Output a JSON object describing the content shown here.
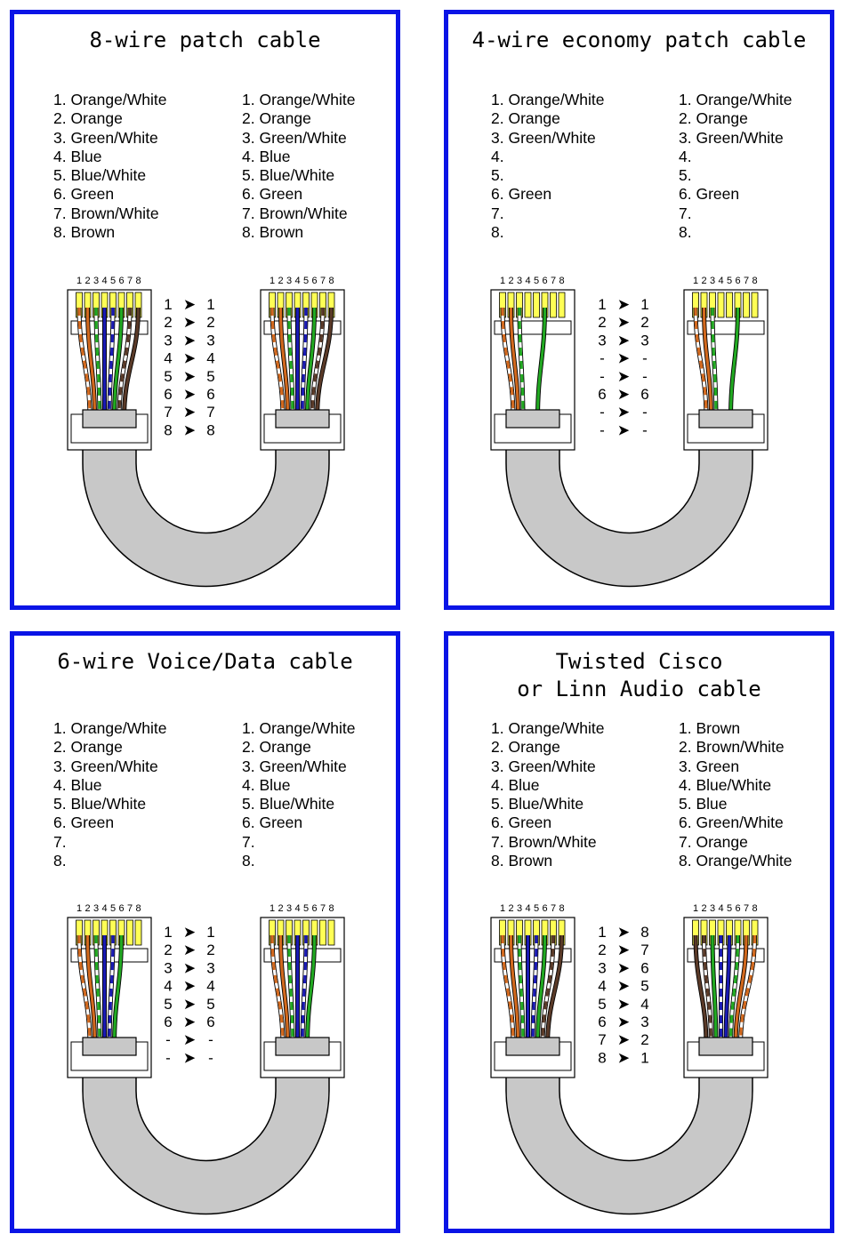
{
  "colors": {
    "border": "#0a14e6",
    "cable": "#c8c8c8",
    "wire_orange": "#d2691e",
    "wire_green": "#22aa22",
    "wire_blue": "#1a1ab4",
    "wire_brown": "#5a3a28",
    "contact": "#ffff55"
  },
  "pin_numbers": "12345678",
  "arrow_glyph": "➤",
  "panels": [
    {
      "title": [
        "8-wire patch cable"
      ],
      "left_list": [
        "1. Orange/White",
        "2. Orange",
        "3. Green/White",
        "4. Blue",
        "5. Blue/White",
        "6. Green",
        "7. Brown/White",
        "8. Brown"
      ],
      "right_list": [
        "1. Orange/White",
        "2. Orange",
        "3. Green/White",
        "4. Blue",
        "5. Blue/White",
        "6. Green",
        "7. Brown/White",
        "8. Brown"
      ],
      "mapping": [
        [
          "1",
          "1"
        ],
        [
          "2",
          "2"
        ],
        [
          "3",
          "3"
        ],
        [
          "4",
          "4"
        ],
        [
          "5",
          "5"
        ],
        [
          "6",
          "6"
        ],
        [
          "7",
          "7"
        ],
        [
          "8",
          "8"
        ]
      ],
      "left_wires": [
        "ow",
        "o",
        "gw",
        "b",
        "bw",
        "g",
        "nw",
        "n"
      ],
      "right_wires": [
        "ow",
        "o",
        "gw",
        "b",
        "bw",
        "g",
        "nw",
        "n"
      ]
    },
    {
      "title": [
        "4-wire economy patch cable"
      ],
      "left_list": [
        "1. Orange/White",
        "2. Orange",
        "3. Green/White",
        "4.",
        "5.",
        "6. Green",
        "7.",
        "8."
      ],
      "right_list": [
        "1. Orange/White",
        "2. Orange",
        "3. Green/White",
        "4.",
        "5.",
        "6. Green",
        "7.",
        "8."
      ],
      "mapping": [
        [
          "1",
          "1"
        ],
        [
          "2",
          "2"
        ],
        [
          "3",
          "3"
        ],
        [
          "-",
          "-"
        ],
        [
          "-",
          "-"
        ],
        [
          "6",
          "6"
        ],
        [
          "-",
          "-"
        ],
        [
          "-",
          "-"
        ]
      ],
      "left_wires": [
        "ow",
        "o",
        "gw",
        "",
        "",
        "g",
        "",
        ""
      ],
      "right_wires": [
        "ow",
        "o",
        "gw",
        "",
        "",
        "g",
        "",
        ""
      ]
    },
    {
      "title": [
        "6-wire Voice/Data cable"
      ],
      "left_list": [
        "1. Orange/White",
        "2. Orange",
        "3. Green/White",
        "4. Blue",
        "5. Blue/White",
        "6. Green",
        "7.",
        "8."
      ],
      "right_list": [
        "1. Orange/White",
        "2. Orange",
        "3. Green/White",
        "4. Blue",
        "5. Blue/White",
        "6. Green",
        "7.",
        "8."
      ],
      "mapping": [
        [
          "1",
          "1"
        ],
        [
          "2",
          "2"
        ],
        [
          "3",
          "3"
        ],
        [
          "4",
          "4"
        ],
        [
          "5",
          "5"
        ],
        [
          "6",
          "6"
        ],
        [
          "-",
          "-"
        ],
        [
          "-",
          "-"
        ]
      ],
      "left_wires": [
        "ow",
        "o",
        "gw",
        "b",
        "bw",
        "g",
        "",
        ""
      ],
      "right_wires": [
        "ow",
        "o",
        "gw",
        "b",
        "bw",
        "g",
        "",
        ""
      ]
    },
    {
      "title": [
        "Twisted Cisco",
        "or Linn Audio cable"
      ],
      "left_list": [
        "1. Orange/White",
        "2. Orange",
        "3. Green/White",
        "4. Blue",
        "5. Blue/White",
        "6. Green",
        "7. Brown/White",
        "8. Brown"
      ],
      "right_list": [
        "1. Brown",
        "2. Brown/White",
        "3. Green",
        "4. Blue/White",
        "5. Blue",
        "6. Green/White",
        "7. Orange",
        "8. Orange/White"
      ],
      "mapping": [
        [
          "1",
          "8"
        ],
        [
          "2",
          "7"
        ],
        [
          "3",
          "6"
        ],
        [
          "4",
          "5"
        ],
        [
          "5",
          "4"
        ],
        [
          "6",
          "3"
        ],
        [
          "7",
          "2"
        ],
        [
          "8",
          "1"
        ]
      ],
      "left_wires": [
        "ow",
        "o",
        "gw",
        "b",
        "bw",
        "g",
        "nw",
        "n"
      ],
      "right_wires": [
        "n",
        "nw",
        "g",
        "bw",
        "b",
        "gw",
        "o",
        "ow"
      ]
    }
  ]
}
